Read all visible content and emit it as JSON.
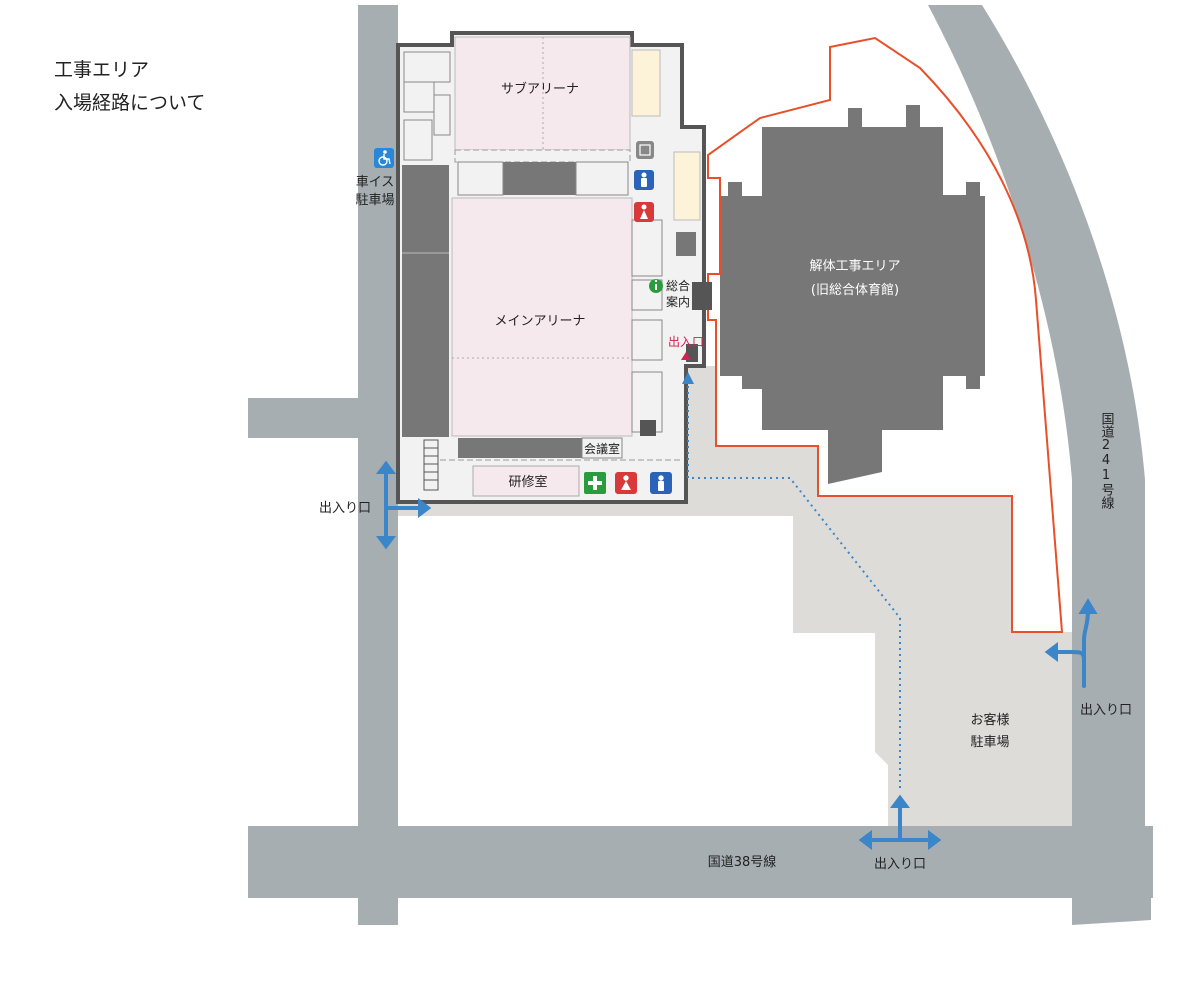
{
  "heading": {
    "line1": "工事エリア",
    "line2": "入場経路について"
  },
  "rooms": {
    "sub_arena": "サブアリーナ",
    "main_arena": "メインアリーナ",
    "meeting_room": "会議室",
    "training_room": "研修室",
    "info_line1": "総合",
    "info_line2": "案内"
  },
  "demolition": {
    "line1": "解体工事エリア",
    "line2": "(旧総合体育館)"
  },
  "parking": {
    "wheelchair_line1": "車イス",
    "wheelchair_line2": "駐車場",
    "guest_line1": "お客様",
    "guest_line2": "駐車場"
  },
  "entrances": {
    "building": "出入口",
    "west": "出入り口",
    "south": "出入り口",
    "east": "出入り口"
  },
  "roads": {
    "route38": "国道38号線",
    "route241": "国道241号線"
  },
  "colors": {
    "road": "#a7aeb1",
    "lot": "#dddcd8",
    "building_wall": "#555555",
    "arena_fill": "#f6e9ee",
    "demolition": "#777777",
    "construction_boundary": "#e8502a",
    "arrow": "#3b86c8",
    "route_dots": "#3b86c8",
    "restroom_male": "#2a63b8",
    "restroom_female": "#d83a3a",
    "first_aid": "#2a9c3e",
    "entrance_text": "#d6204f"
  }
}
